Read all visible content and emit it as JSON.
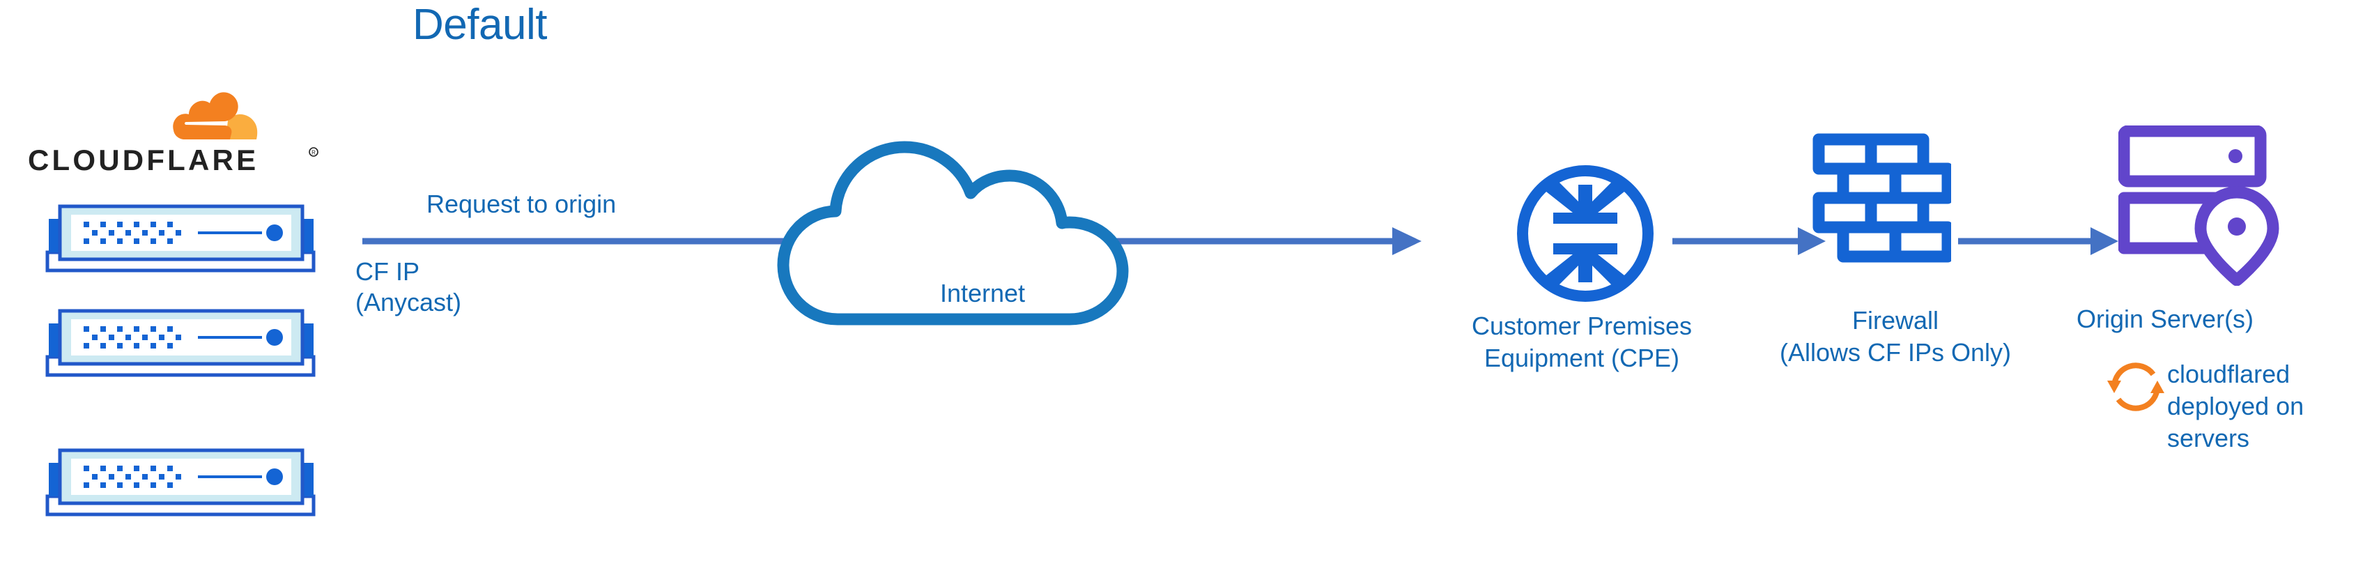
{
  "title": "Default",
  "colors": {
    "label_blue": "#1268B3",
    "icon_blue": "#1464D4",
    "arrow_blue": "#4472C4",
    "cloud_blue": "#1878BE",
    "origin_purple": "#6145CB",
    "cloudflare_orange": "#F38020",
    "cloudflare_orange_light": "#FAAD3F",
    "appliance_frame": "#2158C9",
    "appliance_inner": "#CDEAF2"
  },
  "brand": {
    "logo_name": "cloudflare-logo",
    "wordmark": "CLOUDFLARE",
    "registered_mark": "®"
  },
  "nodes": {
    "cf_edge": {
      "ip_label": "CF IP\n(Anycast)",
      "appliance_count": 3
    },
    "internet": {
      "label": "Internet",
      "icon": "cloud-icon"
    },
    "cpe": {
      "label": "Customer Premises\nEquipment (CPE)",
      "icon": "router-icon"
    },
    "firewall": {
      "label": "Firewall\n(Allows CF IPs Only)",
      "icon": "brick-wall-icon"
    },
    "origin": {
      "label": "Origin Server(s)",
      "icon": "server-rack-pin-icon"
    },
    "cloudflared": {
      "label": "cloudflared\ndeployed on\nservers",
      "icon": "sync-arrows-icon"
    }
  },
  "flows": {
    "request_label": "Request to origin",
    "arrows": [
      {
        "name": "edge-to-cpe",
        "from": "cf_edge",
        "to": "cpe"
      },
      {
        "name": "cpe-to-firewall",
        "from": "cpe",
        "to": "firewall"
      },
      {
        "name": "firewall-to-origin",
        "from": "firewall",
        "to": "origin"
      }
    ]
  }
}
